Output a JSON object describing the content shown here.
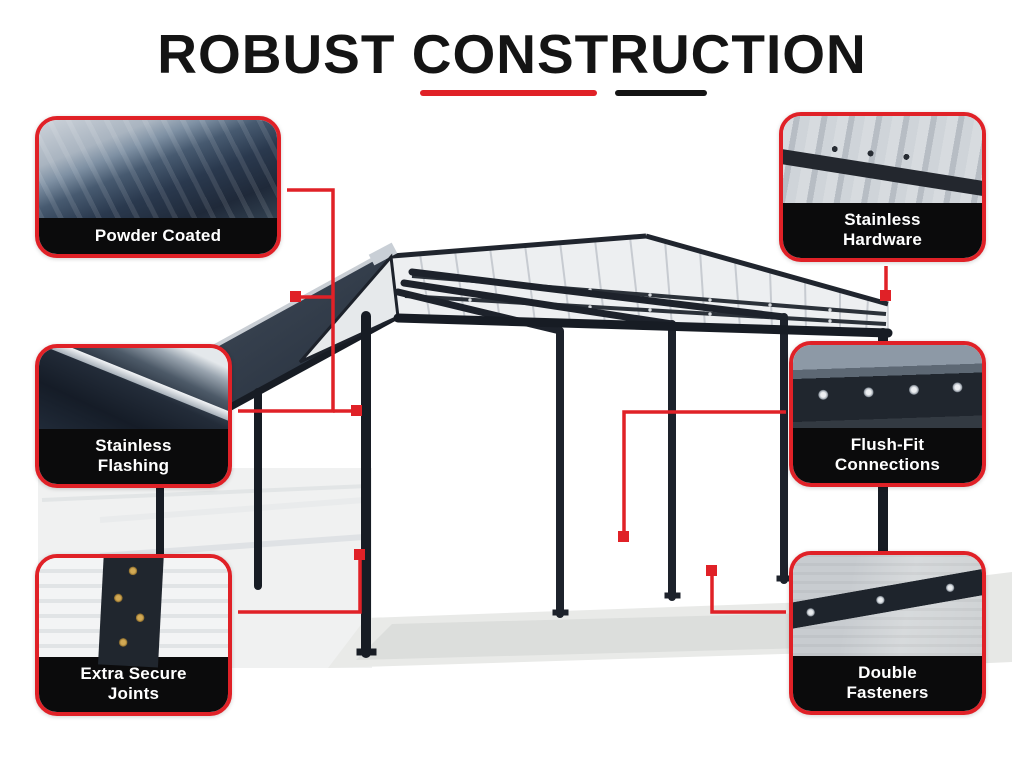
{
  "title": {
    "text": "ROBUST CONSTRUCTION"
  },
  "colors": {
    "accent_red": "#e02127",
    "banner_black": "#0b0b0c",
    "title_black": "#141414"
  },
  "callouts": [
    {
      "id": "powder-coated",
      "line1": "Powder Coated",
      "line2": ""
    },
    {
      "id": "stainless-hardware",
      "line1": "Stainless",
      "line2": "Hardware"
    },
    {
      "id": "stainless-flashing",
      "line1": "Stainless",
      "line2": "Flashing"
    },
    {
      "id": "flush-fit-connections",
      "line1": "Flush-Fit",
      "line2": "Connections"
    },
    {
      "id": "extra-secure-joints",
      "line1": "Extra Secure",
      "line2": "Joints"
    },
    {
      "id": "double-fasteners",
      "line1": "Double",
      "line2": "Fasteners"
    }
  ]
}
